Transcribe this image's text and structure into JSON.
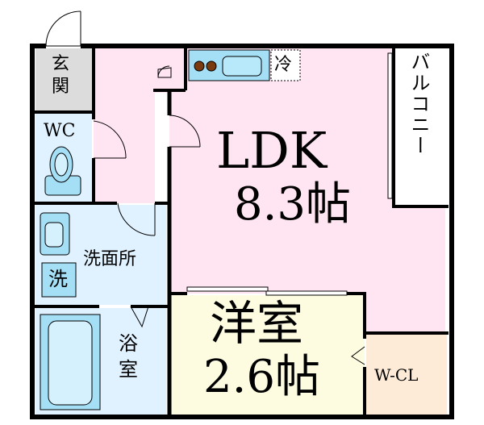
{
  "rooms": {
    "genkan": {
      "label": "玄関"
    },
    "wc": {
      "label": "WC"
    },
    "ldk": {
      "label": "LDK",
      "size": "8.3帖"
    },
    "balcony": {
      "label": "バルコニー"
    },
    "washroom": {
      "label": "洗面所",
      "washer": "洗"
    },
    "bath": {
      "label": "浴室"
    },
    "western": {
      "label": "洋室",
      "size": "2.6帖"
    },
    "wcl": {
      "label": "W-CL"
    },
    "fridge": {
      "label": "冷"
    }
  },
  "colors": {
    "ldk": "#ffe4f1",
    "wet_area": "#e0f2ff",
    "western": "#fdfbe0",
    "wcl": "#fdebd8",
    "balcony": "#ffffff",
    "genkan": "#dcdcdc",
    "wall": "#000000",
    "fixture": "#a5dff6"
  }
}
